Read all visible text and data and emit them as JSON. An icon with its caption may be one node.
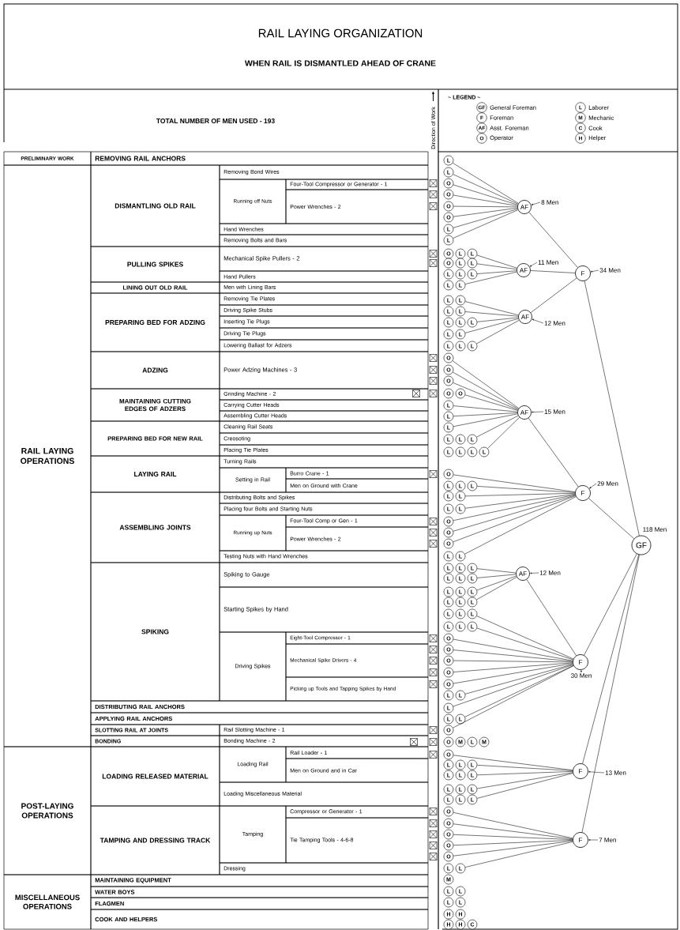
{
  "diagram": {
    "title": "RAIL LAYING ORGANIZATION",
    "nodes": [
      {
        "text": [
          "L"
        ]
      },
      {
        "text": [
          "L"
        ]
      },
      {
        "text": [
          "O"
        ]
      },
      {
        "text": [
          "O"
        ]
      },
      {
        "text": [
          "O"
        ]
      },
      {
        "text": [
          "O"
        ]
      },
      {
        "text": [
          "L"
        ]
      },
      {
        "text": [
          "L"
        ]
      },
      {
        "text": [
          "O"
        ]
      },
      {
        "text": [
          "L"
        ]
      },
      {
        "text": [
          "L"
        ]
      },
      {
        "text": [
          "O"
        ]
      },
      {
        "text": [
          "L"
        ]
      },
      {
        "text": [
          "L"
        ]
      },
      {
        "text": [
          "L"
        ]
      },
      {
        "text": [
          "L"
        ]
      },
      {
        "text": [
          "L"
        ]
      },
      {
        "text": [
          "L"
        ]
      },
      {
        "text": [
          "L"
        ]
      },
      {
        "text": [
          "L"
        ]
      },
      {
        "text": [
          "L"
        ]
      },
      {
        "text": [
          "L"
        ]
      },
      {
        "text": [
          "L"
        ]
      },
      {
        "text": [
          "L"
        ]
      },
      {
        "text": [
          "L"
        ]
      },
      {
        "text": [
          "L"
        ]
      },
      {
        "text": [
          "L"
        ]
      },
      {
        "text": [
          "L"
        ]
      },
      {
        "text": [
          "L"
        ]
      },
      {
        "text": [
          "L"
        ]
      },
      {
        "text": [
          "L"
        ]
      },
      {
        "text": [
          "O"
        ]
      },
      {
        "text": [
          "O"
        ]
      },
      {
        "text": [
          "O"
        ]
      },
      {
        "text": [
          "O"
        ]
      },
      {
        "text": [
          "O"
        ]
      },
      {
        "text": [
          "L"
        ]
      },
      {
        "text": [
          "L"
        ]
      },
      {
        "text": [
          "L"
        ]
      },
      {
        "text": [
          "L"
        ]
      },
      {
        "text": [
          "L"
        ]
      },
      {
        "text": [
          "L"
        ]
      },
      {
        "text": [
          "L"
        ]
      },
      {
        "text": [
          "L"
        ]
      },
      {
        "text": [
          "L"
        ]
      },
      {
        "text": [
          "L"
        ]
      },
      {
        "text": [
          "O"
        ]
      },
      {
        "text": [
          "L"
        ]
      },
      {
        "text": [
          "L"
        ]
      },
      {
        "text": [
          "L"
        ]
      },
      {
        "text": [
          "L"
        ]
      },
      {
        "text": [
          "L"
        ]
      },
      {
        "text": [
          "L"
        ]
      },
      {
        "text": [
          "L"
        ]
      },
      {
        "text": [
          "O"
        ]
      },
      {
        "text": [
          "O"
        ]
      },
      {
        "text": [
          "O"
        ]
      },
      {
        "text": [
          "L"
        ]
      },
      {
        "text": [
          "L"
        ]
      },
      {
        "text": [
          "L"
        ]
      },
      {
        "text": [
          "L"
        ]
      },
      {
        "text": [
          "L"
        ]
      },
      {
        "text": [
          "L"
        ]
      },
      {
        "text": [
          "L"
        ]
      },
      {
        "text": [
          "L"
        ]
      },
      {
        "text": [
          "L"
        ]
      },
      {
        "text": [
          "L"
        ]
      },
      {
        "text": [
          "L"
        ]
      },
      {
        "text": [
          "L"
        ]
      },
      {
        "text": [
          "L"
        ]
      },
      {
        "text": [
          "L"
        ]
      },
      {
        "text": [
          "L"
        ]
      },
      {
        "text": [
          "L"
        ]
      },
      {
        "text": [
          "L"
        ]
      },
      {
        "text": [
          "L"
        ]
      },
      {
        "text": [
          "L"
        ]
      },
      {
        "text": [
          "L"
        ]
      },
      {
        "text": [
          "O"
        ]
      },
      {
        "text": [
          "O"
        ]
      },
      {
        "text": [
          "O"
        ]
      },
      {
        "text": [
          "O"
        ]
      },
      {
        "text": [
          "O"
        ]
      },
      {
        "text": [
          "L"
        ]
      },
      {
        "text": [
          "L"
        ]
      },
      {
        "text": [
          "L"
        ]
      },
      {
        "text": [
          "L"
        ]
      },
      {
        "text": [
          "L"
        ]
      },
      {
        "text": [
          "O"
        ]
      },
      {
        "text": [
          "O"
        ]
      },
      {
        "text": [
          "M"
        ]
      },
      {
        "text": [
          "L"
        ]
      },
      {
        "text": [
          "M"
        ]
      },
      {
        "text": [
          "O"
        ]
      },
      {
        "text": [
          "L"
        ]
      },
      {
        "text": [
          "L"
        ]
      },
      {
        "text": [
          "L"
        ]
      },
      {
        "text": [
          "L"
        ]
      },
      {
        "text": [
          "L"
        ]
      },
      {
        "text": [
          "L"
        ]
      },
      {
        "text": [
          "L"
        ]
      },
      {
        "text": [
          "L"
        ]
      },
      {
        "text": [
          "L"
        ]
      },
      {
        "text": [
          "L"
        ]
      },
      {
        "text": [
          "L"
        ]
      },
      {
        "text": [
          "L"
        ]
      },
      {
        "text": [
          "O"
        ]
      },
      {
        "text": [
          "O"
        ]
      },
      {
        "text": [
          "O"
        ]
      },
      {
        "text": [
          "O"
        ]
      },
      {
        "text": [
          "O"
        ]
      },
      {
        "text": [
          "L"
        ]
      },
      {
        "text": [
          "L"
        ]
      },
      {
        "text": [
          "M"
        ]
      },
      {
        "text": [
          "L"
        ]
      },
      {
        "text": [
          "L"
        ]
      },
      {
        "text": [
          "L"
        ]
      },
      {
        "text": [
          "L"
        ]
      },
      {
        "text": [
          "H"
        ]
      },
      {
        "text": [
          "H"
        ]
      },
      {
        "text": [
          "H"
        ]
      },
      {
        "text": [
          "H"
        ]
      },
      {
        "text": [
          "C"
        ]
      },
      {
        "text": [
          "AF"
        ],
        "beside": [
          "8 Men"
        ]
      },
      {
        "text": [
          "AF"
        ],
        "beside": [
          "11 Men"
        ]
      },
      {
        "text": [
          "AF"
        ],
        "beside": [
          "12 Men"
        ]
      },
      {
        "text": [
          "F"
        ],
        "beside": [
          "34 Men"
        ]
      },
      {
        "text": [
          "AF"
        ],
        "beside": [
          "15 Men"
        ]
      },
      {
        "text": [
          "F"
        ],
        "beside": [
          "29 Men"
        ]
      },
      {
        "text": [
          "AF"
        ],
        "beside": [
          "12 Men"
        ]
      },
      {
        "text": [
          "F"
        ],
        "beside": [
          "30 Men"
        ]
      },
      {
        "text": [
          "F"
        ],
        "beside": [
          "13 Men"
        ]
      },
      {
        "text": [
          "F"
        ],
        "beside": [
          "7 Men"
        ]
      },
      {
        "text": [
          "GF"
        ],
        "beside": [
          "118 Men"
        ]
      }
    ],
    "edges": [
      {
        "from": 0,
        "to": 122,
        "arrow": "none"
      },
      {
        "from": 1,
        "to": 122,
        "arrow": "none"
      },
      {
        "from": 2,
        "to": 122,
        "arrow": "none"
      },
      {
        "from": 3,
        "to": 122,
        "arrow": "none"
      },
      {
        "from": 4,
        "to": 122,
        "arrow": "none"
      },
      {
        "from": 5,
        "to": 122,
        "arrow": "none"
      },
      {
        "from": 6,
        "to": 122,
        "arrow": "none"
      },
      {
        "from": 7,
        "to": 122,
        "arrow": "none"
      },
      {
        "from": 10,
        "to": 123,
        "arrow": "none"
      },
      {
        "from": 13,
        "to": 123,
        "arrow": "none"
      },
      {
        "from": 16,
        "to": 123,
        "arrow": "none"
      },
      {
        "from": 18,
        "to": 123,
        "arrow": "none"
      },
      {
        "from": 20,
        "to": 124,
        "arrow": "none"
      },
      {
        "from": 22,
        "to": 124,
        "arrow": "none"
      },
      {
        "from": 25,
        "to": 124,
        "arrow": "none"
      },
      {
        "from": 27,
        "to": 124,
        "arrow": "none"
      },
      {
        "from": 30,
        "to": 124,
        "arrow": "none"
      },
      {
        "from": 31,
        "to": 126,
        "arrow": "none"
      },
      {
        "from": 32,
        "to": 126,
        "arrow": "none"
      },
      {
        "from": 33,
        "to": 126,
        "arrow": "none"
      },
      {
        "from": 35,
        "to": 126,
        "arrow": "none"
      },
      {
        "from": 36,
        "to": 126,
        "arrow": "none"
      },
      {
        "from": 37,
        "to": 126,
        "arrow": "none"
      },
      {
        "from": 38,
        "to": 126,
        "arrow": "none"
      },
      {
        "from": 41,
        "to": 126,
        "arrow": "none"
      },
      {
        "from": 45,
        "to": 126,
        "arrow": "none"
      },
      {
        "from": 46,
        "to": 127,
        "arrow": "none"
      },
      {
        "from": 49,
        "to": 127,
        "arrow": "none"
      },
      {
        "from": 51,
        "to": 127,
        "arrow": "none"
      },
      {
        "from": 53,
        "to": 127,
        "arrow": "none"
      },
      {
        "from": 54,
        "to": 127,
        "arrow": "none"
      },
      {
        "from": 55,
        "to": 127,
        "arrow": "none"
      },
      {
        "from": 56,
        "to": 127,
        "arrow": "none"
      },
      {
        "from": 58,
        "to": 127,
        "arrow": "none"
      },
      {
        "from": 61,
        "to": 128,
        "arrow": "none"
      },
      {
        "from": 64,
        "to": 128,
        "arrow": "none"
      },
      {
        "from": 67,
        "to": 128,
        "arrow": "none"
      },
      {
        "from": 70,
        "to": 128,
        "arrow": "none"
      },
      {
        "from": 73,
        "to": 129,
        "arrow": "none"
      },
      {
        "from": 76,
        "to": 129,
        "arrow": "none"
      },
      {
        "from": 77,
        "to": 129,
        "arrow": "none"
      },
      {
        "from": 78,
        "to": 129,
        "arrow": "none"
      },
      {
        "from": 79,
        "to": 129,
        "arrow": "none"
      },
      {
        "from": 80,
        "to": 129,
        "arrow": "none"
      },
      {
        "from": 81,
        "to": 129,
        "arrow": "none"
      },
      {
        "from": 83,
        "to": 129,
        "arrow": "none"
      },
      {
        "from": 84,
        "to": 129,
        "arrow": "none"
      },
      {
        "from": 86,
        "to": 129,
        "arrow": "none"
      },
      {
        "from": 87,
        "to": 129,
        "arrow": "none"
      },
      {
        "from": 92,
        "to": 130,
        "arrow": "none"
      },
      {
        "from": 95,
        "to": 130,
        "arrow": "none"
      },
      {
        "from": 98,
        "to": 130,
        "arrow": "none"
      },
      {
        "from": 101,
        "to": 130,
        "arrow": "none"
      },
      {
        "from": 104,
        "to": 130,
        "arrow": "none"
      },
      {
        "from": 105,
        "to": 131,
        "arrow": "none"
      },
      {
        "from": 106,
        "to": 131,
        "arrow": "none"
      },
      {
        "from": 107,
        "to": 131,
        "arrow": "none"
      },
      {
        "from": 108,
        "to": 131,
        "arrow": "none"
      },
      {
        "from": 109,
        "to": 131,
        "arrow": "none"
      },
      {
        "from": 111,
        "to": 131,
        "arrow": "none"
      },
      {
        "from": 122,
        "to": 125,
        "arrow": "none"
      },
      {
        "from": 123,
        "to": 125,
        "arrow": "none"
      },
      {
        "from": 124,
        "to": 125,
        "arrow": "none"
      },
      {
        "from": 126,
        "to": 127,
        "arrow": "none"
      },
      {
        "from": 128,
        "to": 129,
        "arrow": "none"
      },
      {
        "from": 125,
        "to": 132,
        "arrow": "none"
      },
      {
        "from": 127,
        "to": 132,
        "arrow": "none"
      },
      {
        "from": 129,
        "to": 132,
        "arrow": "none"
      },
      {
        "from": 130,
        "to": 132,
        "arrow": "none"
      },
      {
        "from": 131,
        "to": 132,
        "arrow": "none"
      }
    ],
    "labels": [
      "WHEN RAIL IS DISMANTLED AHEAD OF CRANE",
      "TOTAL NUMBER OF MEN USED - 193",
      "Direction of Work",
      "~ LEGEND ~",
      "GF",
      "F",
      "AF",
      "O",
      "L",
      "M",
      "C",
      "H",
      "PRELIMINARY WORK",
      "REMOVING RAIL ANCHORS",
      "RAIL LAYING OPERATIONS",
      "DISMANTLING OLD RAIL",
      "Removing Bond Wires",
      "Running off Nuts",
      "Four-Tool Compressor or Generator - 1",
      "Power Wrenches - 2",
      "Hand Wrenches",
      "Removing Bolts and Bars",
      "PULLING SPIKES",
      "Mechanical Spike Pullers - 2",
      "Hand Pullers",
      "LINING OUT OLD RAIL",
      "Men with Lining Bars",
      "PREPARING BED FOR ADZING",
      "Removing Tie Plates",
      "Driving Spike Stubs",
      "Inserting Tie Plugs",
      "Driving Tie Plugs",
      "Lowering Ballast for Adzers",
      "ADZING",
      "Power Adzing Machines - 3",
      "MAINTAINING CUTTING EDGES OF ADZERS",
      "Grinding Machine - 2",
      "Carrying Cutter Heads",
      "Assembling Cutter Heads",
      "PREPARING BED FOR NEW RAIL",
      "Cleaning Rail Seats",
      "Creosoting",
      "Placing Tie Plates",
      "LAYING RAIL",
      "Turning Rails",
      "Setting in Rail",
      "Burro Crane - 1",
      "Men on Ground with Crane",
      "ASSEMBLING JOINTS",
      "Distributing Bolts and Spikes",
      "Placing four Bolts and Starting Nuts",
      "Running up Nuts",
      "Four-Tool Comp or Gen - 1",
      "Power Wrenches - 2",
      "Testing Nuts with Hand Wrenches",
      "SPIKING",
      "Spiking to Gauge",
      "Starting Spikes by Hand",
      "Driving Spikes",
      "Eight-Tool Compressor - 1",
      "Mechanical Spike Drivers - 4",
      "Picking up Tools and Tapping Spikes by Hand",
      "DISTRIBUTING RAIL ANCHORS",
      "APPLYING RAIL ANCHORS",
      "SLOTTING RAIL AT JOINTS",
      "Rail Slotting Machine - 1",
      "BONDING",
      "Bonding Machine - 2",
      "POST-LAYING OPERATIONS",
      "LOADING RELEASED MATERIAL",
      "Loading Rail",
      "Rail Loader - 1",
      "Men on Ground and in Car",
      "Loading Miscellaneous Material",
      "TAMPING AND DRESSING TRACK",
      "Tamping",
      "Compressor or Generator - 1",
      "Tie Tamping Tools - 4-6-8",
      "Dressing",
      "MISCELLANEOUS OPERATIONS",
      "MAINTAINING EQUIPMENT",
      "WATER BOYS",
      "FLAGMEN",
      "COOK AND HELPERS"
    ],
    "legend": [
      {
        "text": "General Foreman"
      },
      {
        "text": "Foreman"
      },
      {
        "text": "Asst. Foreman"
      },
      {
        "text": "Operator"
      },
      {
        "text": "Laborer"
      },
      {
        "text": "Mechanic"
      },
      {
        "text": "Cook"
      },
      {
        "text": "Helper"
      }
    ]
  }
}
